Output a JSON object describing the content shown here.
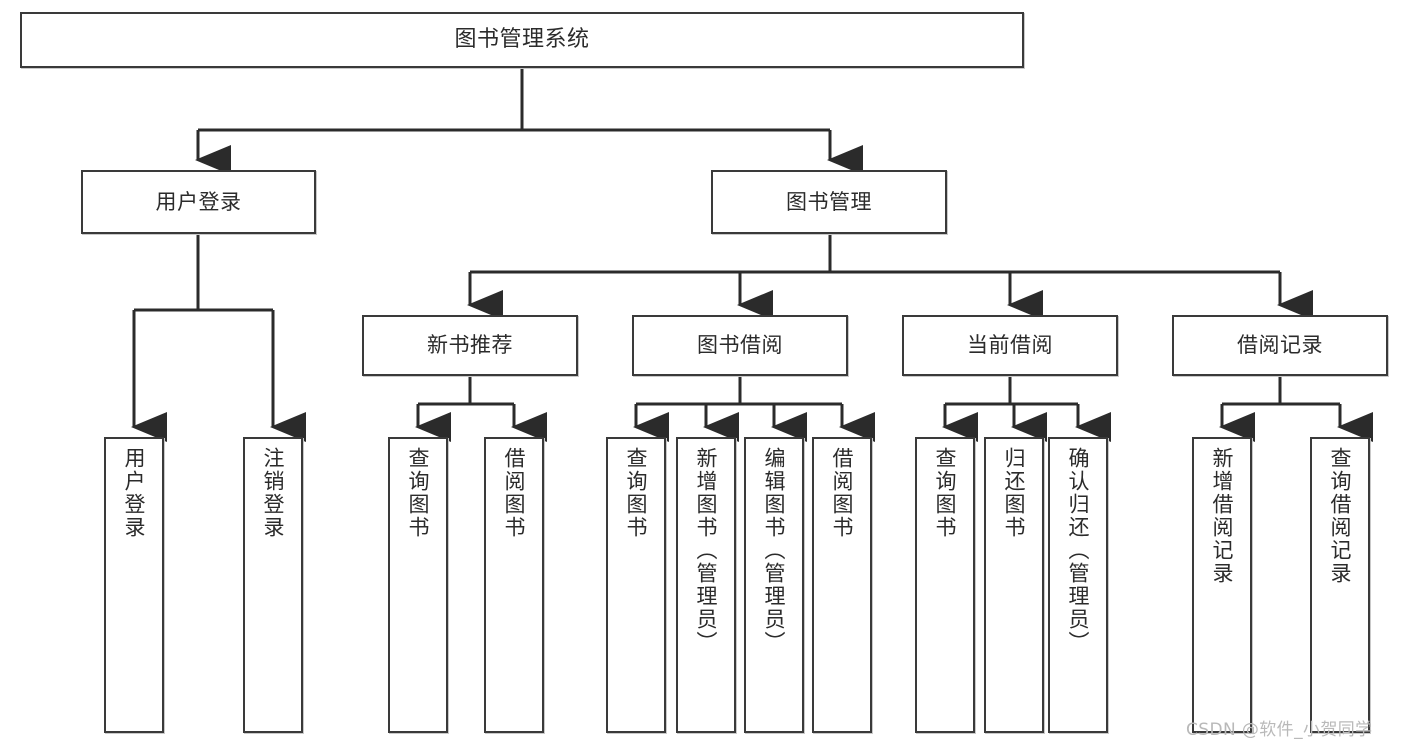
{
  "diagram": {
    "type": "tree",
    "title": "图书管理系统",
    "orientation": "top-down",
    "colors": {
      "box_border": "#3a3a3a",
      "box_fill": "#ffffff",
      "connector": "#2b2b2b",
      "text": "#2b2b2b",
      "watermark": "#b9b9b9",
      "background": "#ffffff"
    },
    "root": {
      "label": "图书管理系统"
    },
    "level1": [
      {
        "label": "用户登录"
      },
      {
        "label": "图书管理"
      }
    ],
    "level2": [
      {
        "label": "新书推荐"
      },
      {
        "label": "图书借阅"
      },
      {
        "label": "当前借阅"
      },
      {
        "label": "借阅记录"
      }
    ],
    "leaves": {
      "user_login": [
        {
          "label": "用户登录"
        },
        {
          "label": "注销登录"
        }
      ],
      "new_book_recommend": [
        {
          "label": "查询图书"
        },
        {
          "label": "借阅图书"
        }
      ],
      "book_borrow": [
        {
          "label": "查询图书"
        },
        {
          "label": "新增图书（管理员）"
        },
        {
          "label": "编辑图书（管理员）"
        },
        {
          "label": "借阅图书"
        }
      ],
      "current_borrow": [
        {
          "label": "查询图书"
        },
        {
          "label": "归还图书"
        },
        {
          "label": "确认归还（管理员）"
        }
      ],
      "borrow_record": [
        {
          "label": "新增借阅记录"
        },
        {
          "label": "查询借阅记录"
        }
      ]
    }
  },
  "watermark": {
    "text": "CSDN @软件_小贺同学"
  }
}
